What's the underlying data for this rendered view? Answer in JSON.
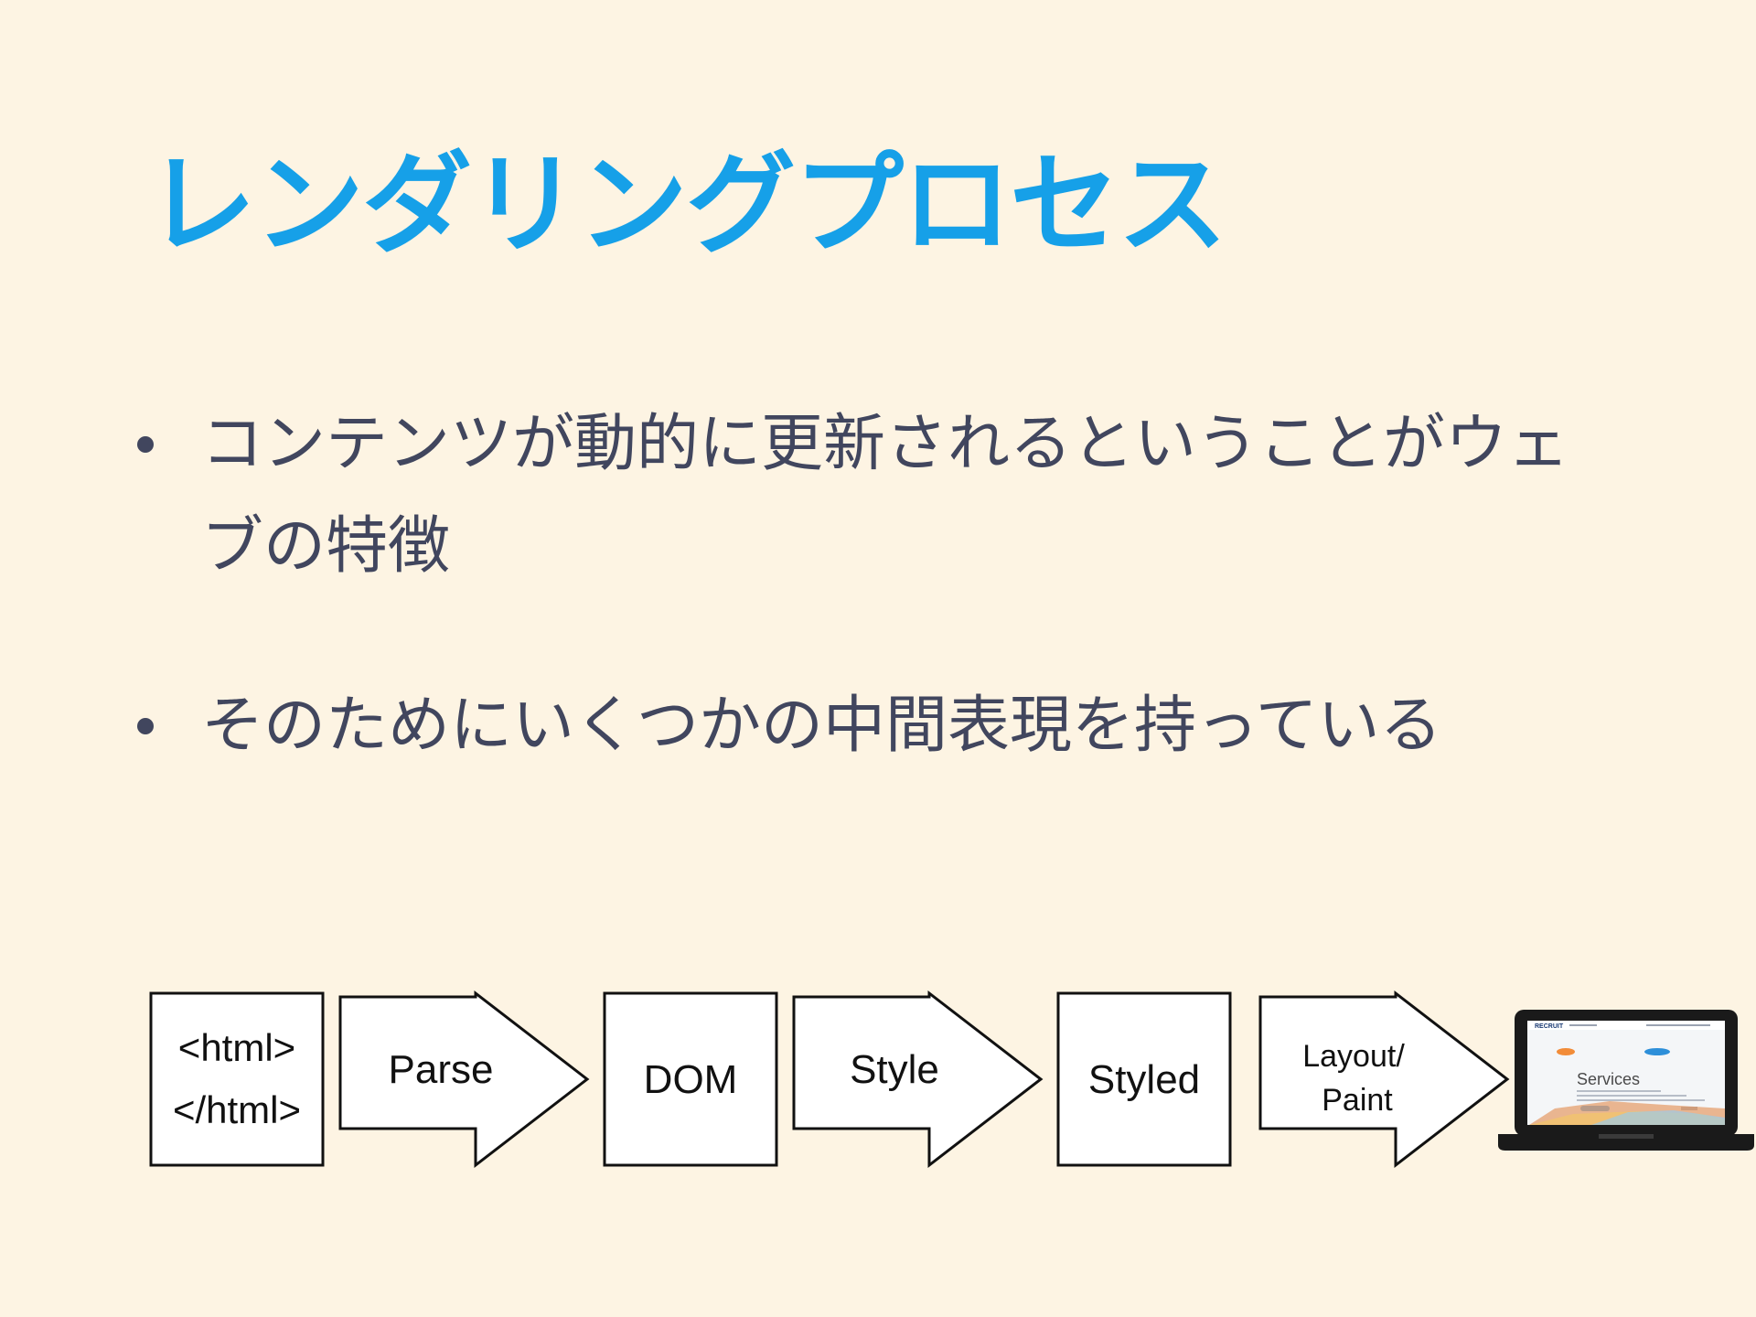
{
  "title": "レンダリングプロセス",
  "bullets": [
    "コンテンツが動的に更新されるということがウェブの特徴",
    "そのためにいくつかの中間表現を持っている"
  ],
  "diagram": {
    "nodes": {
      "html_line1": "<html>",
      "html_line2": "</html>",
      "dom": "DOM",
      "styled": "Styled"
    },
    "arrows": {
      "parse": "Parse",
      "style": "Style",
      "layout_paint_line1": "Layout/",
      "layout_paint_line2": "Paint"
    },
    "laptop": {
      "screen_heading": "Services",
      "brand": "RECRUIT"
    }
  },
  "colors": {
    "background": "#FDF4E3",
    "title": "#16A0E8",
    "body_text": "#41465E",
    "diagram_stroke": "#111111"
  },
  "icons": {
    "laptop": "laptop-icon"
  }
}
